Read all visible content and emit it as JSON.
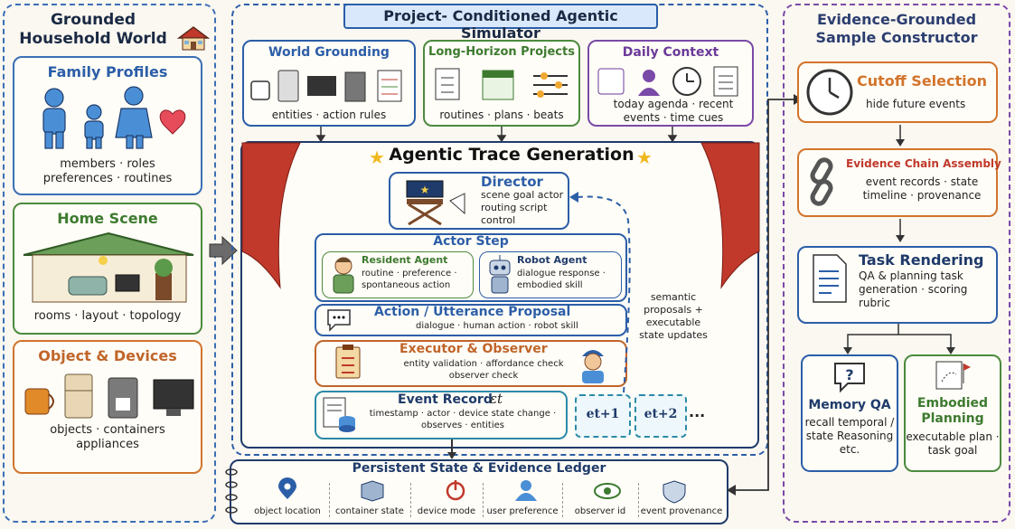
{
  "left": {
    "title": "Grounded Household World",
    "family": {
      "title": "Family Profiles",
      "caption": "members · roles preferences · routines"
    },
    "home": {
      "title": "Home Scene",
      "caption": "rooms · layout · topology"
    },
    "objects": {
      "title": "Object & Devices",
      "caption": "objects · containers appliances"
    }
  },
  "center": {
    "title": "Project- Conditioned Agentic Simulator",
    "world": {
      "title": "World Grounding",
      "caption": "entities · action rules"
    },
    "projects": {
      "title": "Long-Horizon Projects",
      "caption": "routines · plans · beats"
    },
    "daily": {
      "title": "Daily Context",
      "caption": "today agenda · recent events · time cues"
    },
    "trace": {
      "title": "Agentic Trace Generation",
      "director": {
        "title": "Director",
        "lines": "scene goal actor routing script control"
      },
      "actor_step": {
        "title": "Actor Step"
      },
      "resident": {
        "title": "Resident Agent",
        "caption": "routine · preference · spontaneous action"
      },
      "robot": {
        "title": "Robot Agent",
        "caption": "dialogue response · embodied skill"
      },
      "proposal": {
        "title": "Action / Utterance Proposal",
        "caption": "dialogue · human action · robot skill"
      },
      "executor": {
        "title": "Executor & Observer",
        "caption": "entity validation · affordance check observer check"
      },
      "event": {
        "title": "Event Record",
        "symbol": "εt",
        "caption": "timestamp · actor · device state change · observes · entities"
      },
      "next1": "et+1",
      "next2": "et+2",
      "ellipsis": "···",
      "loop_note": "semantic proposals + executable state updates"
    },
    "ledger": {
      "title": "Persistent State & Evidence Ledger",
      "items": [
        "object location",
        "container state",
        "device mode",
        "user preference",
        "observer id",
        "event provenance"
      ]
    }
  },
  "right": {
    "title": "Evidence-Grounded Sample Constructor",
    "cutoff": {
      "title": "Cutoff Selection",
      "caption": "hide future events"
    },
    "chain": {
      "title": "Evidence Chain Assembly",
      "caption": "event records · state timeline · provenance"
    },
    "render": {
      "title": "Task Rendering",
      "caption": "QA & planning task generation · scoring rubric"
    },
    "memory": {
      "title": "Memory QA",
      "caption": "recall temporal / state Reasoning etc."
    },
    "planning": {
      "title": "Embodied Planning",
      "caption": "executable plan · task goal"
    }
  },
  "colors": {
    "blue": "#3b6fb6",
    "green": "#4c8a3e",
    "orange": "#d2742c",
    "purple": "#7a4aa8",
    "red": "#c0392b",
    "navy": "#1f3b6b"
  }
}
